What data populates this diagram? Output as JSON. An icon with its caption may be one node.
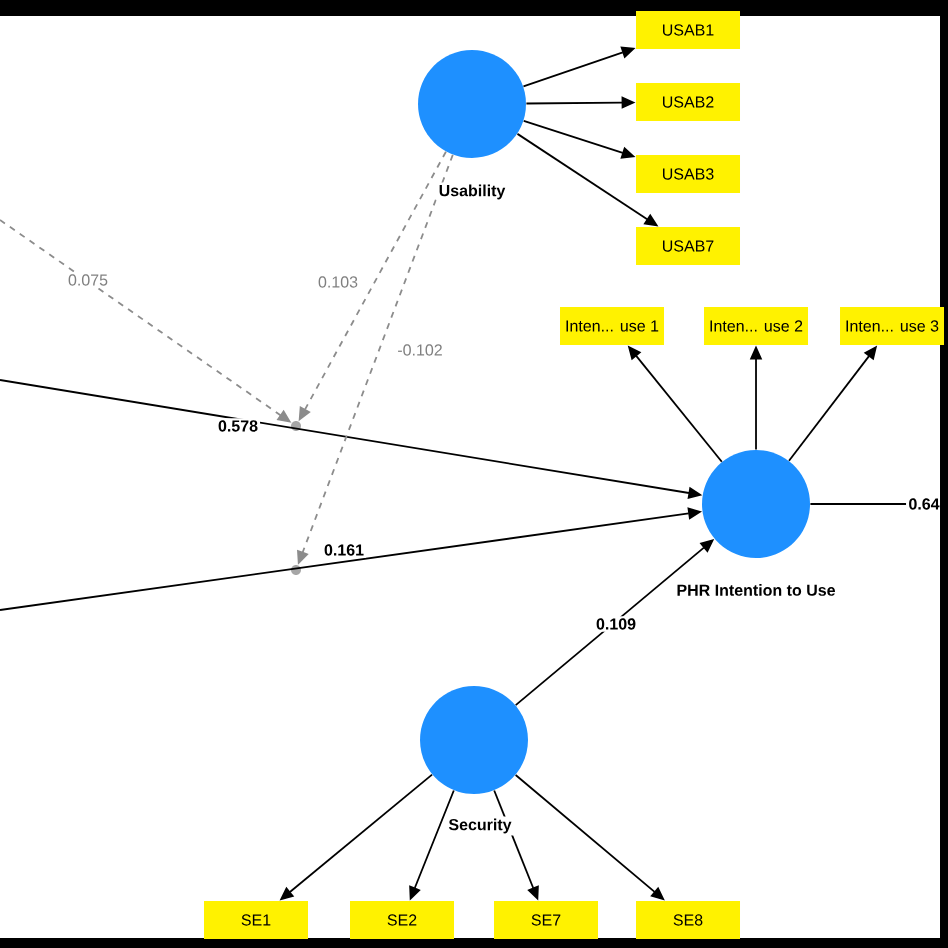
{
  "diagram": {
    "nodes": [
      {
        "text": [],
        "shape": "circle",
        "beside": [
          "Usability"
        ]
      },
      {
        "text": [
          "USAB1"
        ]
      },
      {
        "text": [
          "USAB2"
        ]
      },
      {
        "text": [
          "USAB3"
        ]
      },
      {
        "text": [
          "USAB7"
        ]
      },
      {
        "text": [],
        "shape": "circle",
        "beside": [
          "PHR Intention to Use"
        ]
      },
      {
        "text": [
          "Inten... use 1"
        ]
      },
      {
        "text": [
          "Inten... use 2"
        ]
      },
      {
        "text": [
          "Inten... use 3"
        ]
      },
      {
        "text": [],
        "shape": "circle",
        "beside": [
          "Security"
        ]
      },
      {
        "text": [
          "SE1"
        ]
      },
      {
        "text": [
          "SE2"
        ]
      },
      {
        "text": [
          "SE7"
        ]
      },
      {
        "text": [
          "SE8"
        ]
      },
      {
        "text": [],
        "shape": "dot"
      },
      {
        "text": [],
        "shape": "dot"
      },
      {
        "text": [
          "0.64"
        ]
      }
    ],
    "edges": [
      {
        "from": 0,
        "to": 1,
        "arrow": "to"
      },
      {
        "from": 0,
        "to": 2,
        "arrow": "to"
      },
      {
        "from": 0,
        "to": 3,
        "arrow": "to"
      },
      {
        "from": 0,
        "to": 4,
        "arrow": "to"
      },
      {
        "from": 5,
        "to": 6,
        "arrow": "to"
      },
      {
        "from": 5,
        "to": 7,
        "arrow": "to"
      },
      {
        "from": 5,
        "to": 8,
        "arrow": "to"
      },
      {
        "from": 9,
        "to": 10,
        "arrow": "to"
      },
      {
        "from": 9,
        "to": 11,
        "arrow": "to"
      },
      {
        "from": 9,
        "to": 12,
        "arrow": "to"
      },
      {
        "from": 9,
        "to": 13,
        "arrow": "to"
      },
      {
        "from": null,
        "to": 5,
        "arrow": "to",
        "label": "0.578"
      },
      {
        "from": null,
        "to": 5,
        "arrow": "to",
        "label": "0.161"
      },
      {
        "from": 9,
        "to": 5,
        "arrow": "to",
        "label": "0.109"
      },
      {
        "from": 5,
        "to": 16,
        "arrow": "none"
      },
      {
        "from": null,
        "to": 14,
        "arrow": "to",
        "label": "0.075",
        "style": "dashed",
        "color": "#8c8c8c"
      },
      {
        "from": 0,
        "to": 14,
        "arrow": "to",
        "label": "0.103",
        "style": "dashed",
        "color": "#8c8c8c"
      },
      {
        "from": 0,
        "to": 15,
        "arrow": "to",
        "label": "-0.102",
        "style": "dashed",
        "color": "#8c8c8c"
      }
    ]
  }
}
